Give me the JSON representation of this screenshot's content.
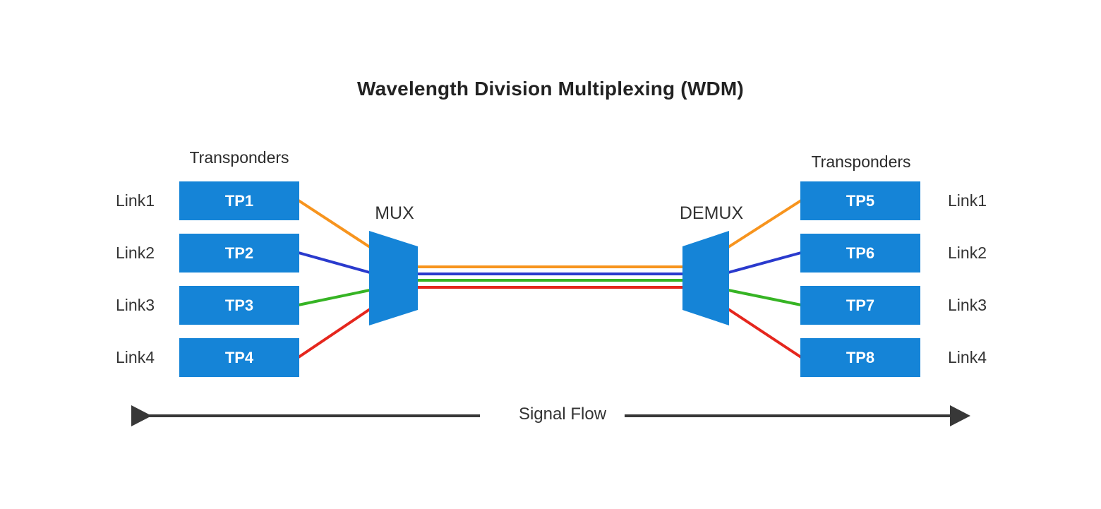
{
  "title": "Wavelength Division Multiplexing (WDM)",
  "mux": {
    "label": "MUX"
  },
  "demux": {
    "label": "DEMUX"
  },
  "signal_flow": {
    "label": "Signal Flow"
  },
  "left_group": {
    "label": "Transponders",
    "links": [
      "Link1",
      "Link2",
      "Link3",
      "Link4"
    ],
    "transponders": [
      "TP1",
      "TP2",
      "TP3",
      "TP4"
    ]
  },
  "right_group": {
    "label": "Transponders",
    "links": [
      "Link1",
      "Link2",
      "Link3",
      "Link4"
    ],
    "transponders": [
      "TP5",
      "TP6",
      "TP7",
      "TP8"
    ]
  },
  "channels": {
    "orange": "#F7941E",
    "blue": "#2A3ACD",
    "green": "#36B424",
    "red": "#E5261D"
  },
  "colors": {
    "device_blue": "#1584D7",
    "box_text": "#FFFFFF",
    "arrow_dark": "#383838",
    "label_text": "#333333",
    "title_text": "#222222"
  }
}
